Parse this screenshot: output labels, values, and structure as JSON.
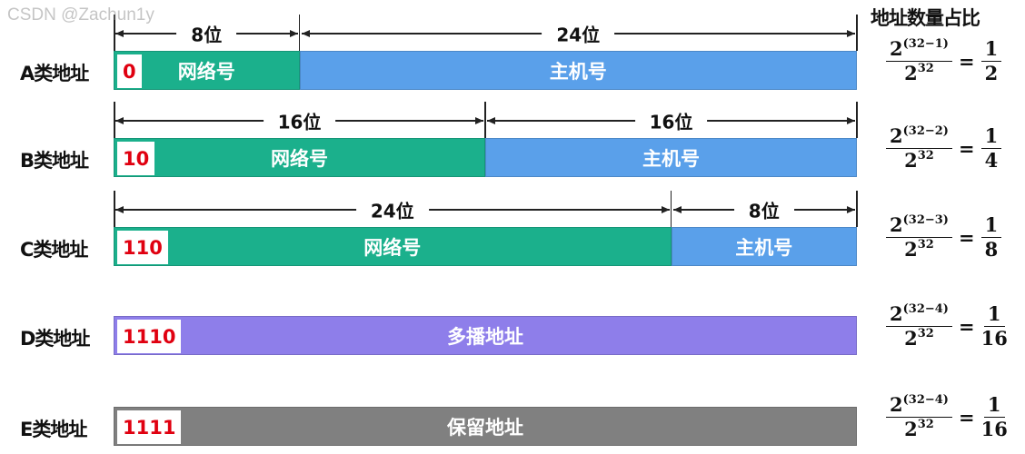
{
  "total_bits": 32,
  "header": {
    "ratio_title": "地址数量占比"
  },
  "colors": {
    "network": "#1bb08c",
    "host": "#5aa0ea",
    "multicast": "#8e7eea",
    "reserved": "#808080",
    "prefix_text": "#e00010"
  },
  "rows": [
    {
      "label": "A类地址",
      "prefix": "0",
      "segments": [
        {
          "label": "网络号",
          "bits": 8,
          "bits_label": "8位",
          "color": "#1bb08c"
        },
        {
          "label": "主机号",
          "bits": 24,
          "bits_label": "24位",
          "color": "#5aa0ea"
        }
      ],
      "ratio": {
        "base": "2",
        "num_exp": "(32−1)",
        "den_exp": "32",
        "result_num": "1",
        "result_den": "2"
      }
    },
    {
      "label": "B类地址",
      "prefix": "10",
      "segments": [
        {
          "label": "网络号",
          "bits": 16,
          "bits_label": "16位",
          "color": "#1bb08c"
        },
        {
          "label": "主机号",
          "bits": 16,
          "bits_label": "16位",
          "color": "#5aa0ea"
        }
      ],
      "ratio": {
        "base": "2",
        "num_exp": "(32−2)",
        "den_exp": "32",
        "result_num": "1",
        "result_den": "4"
      }
    },
    {
      "label": "C类地址",
      "prefix": "110",
      "segments": [
        {
          "label": "网络号",
          "bits": 24,
          "bits_label": "24位",
          "color": "#1bb08c"
        },
        {
          "label": "主机号",
          "bits": 8,
          "bits_label": "8位",
          "color": "#5aa0ea"
        }
      ],
      "ratio": {
        "base": "2",
        "num_exp": "(32−3)",
        "den_exp": "32",
        "result_num": "1",
        "result_den": "8"
      }
    },
    {
      "label": "D类地址",
      "prefix": "1110",
      "segments": [
        {
          "label": "多播地址",
          "bits": 32,
          "color": "#8e7eea"
        }
      ],
      "ratio": {
        "base": "2",
        "num_exp": "(32−4)",
        "den_exp": "32",
        "result_num": "1",
        "result_den": "16"
      }
    },
    {
      "label": "E类地址",
      "prefix": "1111",
      "segments": [
        {
          "label": "保留地址",
          "bits": 32,
          "color": "#808080"
        }
      ],
      "ratio": {
        "base": "2",
        "num_exp": "(32−4)",
        "den_exp": "32",
        "result_num": "1",
        "result_den": "16"
      }
    }
  ],
  "watermark": "CSDN @Zachun1y"
}
